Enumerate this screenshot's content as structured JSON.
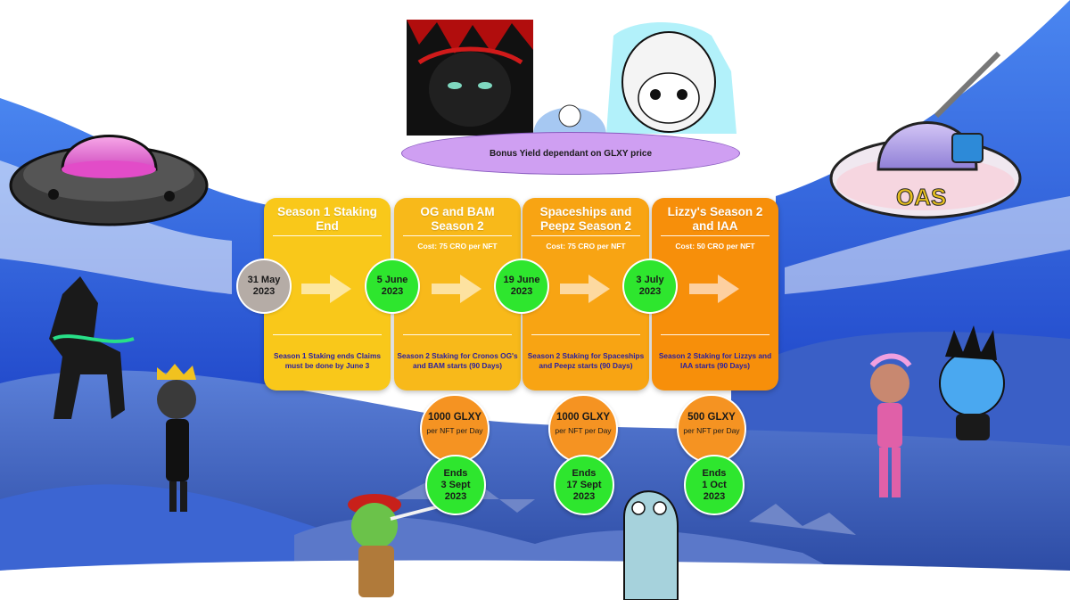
{
  "banner": {
    "text": "Bonus Yield dependant on GLXY price"
  },
  "panels": [
    {
      "title": "Season 1 Staking End",
      "cost": "",
      "description": "Season 1 Staking ends Claims must be done by June 3"
    },
    {
      "title": "OG and BAM Season 2",
      "cost": "Cost: 75 CRO per NFT",
      "description": "Season 2 Staking for Cronos OG's and BAM starts (90 Days)"
    },
    {
      "title": "Spaceships and Peepz Season 2",
      "cost": "Cost: 75 CRO per NFT",
      "description": "Season 2 Staking for Spaceships and Peepz starts (90 Days)"
    },
    {
      "title": "Lizzy's Season 2 and IAA",
      "cost": "Cost: 50 CRO per NFT",
      "description": "Season 2 Staking for Lizzys and IAA starts (90 Days)"
    }
  ],
  "dates": [
    {
      "label": "31 May\n2023",
      "color": "#b5aca6"
    },
    {
      "label": "5 June\n2023",
      "color": "#2ee62e"
    },
    {
      "label": "19 June\n2023",
      "color": "#2ee62e"
    },
    {
      "label": "3 July\n2023",
      "color": "#2ee62e"
    }
  ],
  "rewards": [
    {
      "amount": "1000 GLXY",
      "unit": "per NFT per Day"
    },
    {
      "amount": "1000 GLXY",
      "unit": "per NFT per Day"
    },
    {
      "amount": "500 GLXY",
      "unit": "per NFT per Day"
    }
  ],
  "ends": [
    {
      "label": "Ends\n3 Sept\n2023"
    },
    {
      "label": "Ends\n17 Sept\n2023"
    },
    {
      "label": "Ends\n1 Oct\n2023"
    }
  ],
  "colors": {
    "panel_1": "#f9c81a",
    "panel_2": "#f8b91a",
    "panel_3": "#f8a413",
    "panel_4": "#f78f0a",
    "date_past": "#b5aca6",
    "date_active": "#2ee62e",
    "reward": "#f59322",
    "ends": "#2ee62e",
    "banner": "#cf9ff2",
    "sky": "#2f5fe0",
    "description_text": "#2a1fa0"
  },
  "icons": [
    "arrow-right-icon",
    "pink-ufo-icon",
    "white-ufo-icon",
    "black-dragon-icon",
    "white-astronaut-icon",
    "cat-icon",
    "centaur-icon",
    "king-character-icon",
    "firefighter-lizard-icon",
    "ghost-character-icon",
    "pink-girl-icon",
    "blue-punk-icon"
  ]
}
